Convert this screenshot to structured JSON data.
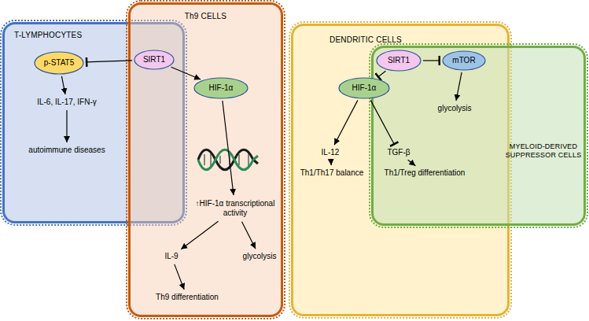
{
  "diagram": {
    "nodes": [
      {
        "text": [
          "T-LYMPHOCYTES"
        ]
      },
      {
        "text": [
          "p-STAT5"
        ],
        "in": 0
      },
      {
        "text": [
          "IL-6, IL-17, IFN-γ"
        ],
        "in": 0
      },
      {
        "text": [
          "autoimmune diseases"
        ],
        "in": 0
      },
      {
        "text": [
          "Th9 CELLS"
        ]
      },
      {
        "text": [
          "SIRT1"
        ],
        "in": 4
      },
      {
        "text": [
          "HIF-1α"
        ],
        "in": 4
      },
      {
        "text": [
          "↑HIF-1α transcriptional activity"
        ],
        "in": 4
      },
      {
        "text": [
          "IL-9"
        ],
        "in": 4
      },
      {
        "text": [
          "glycolysis"
        ],
        "in": 4
      },
      {
        "text": [
          "Th9 differentiation"
        ],
        "in": 4
      },
      {
        "text": [
          "DENDRITIC CELLS"
        ]
      },
      {
        "text": [
          "MYELOID-DERIVED SUPPRESSOR CELLS"
        ]
      },
      {
        "text": [
          "SIRT1"
        ],
        "in": 12
      },
      {
        "text": [
          "mTOR"
        ],
        "in": 12
      },
      {
        "text": [
          "HIF-1α"
        ],
        "in": 11
      },
      {
        "text": [
          "glycolysis"
        ],
        "in": 12
      },
      {
        "text": [
          "IL-12"
        ],
        "in": 11
      },
      {
        "text": [
          "TGF-β"
        ],
        "in": 11
      },
      {
        "text": [
          "Th1/Th17 balance"
        ],
        "in": 11
      },
      {
        "text": [
          "Th1/Treg differentiation"
        ],
        "in": 11
      }
    ],
    "edges": [
      {
        "from": 5,
        "to": 1,
        "arrow": "to"
      },
      {
        "from": 1,
        "to": 2,
        "arrow": "to"
      },
      {
        "from": 2,
        "to": 3,
        "arrow": "to"
      },
      {
        "from": 5,
        "to": 6,
        "arrow": "to"
      },
      {
        "from": 6,
        "to": 7,
        "arrow": "to"
      },
      {
        "from": 7,
        "to": 8,
        "arrow": "to"
      },
      {
        "from": 7,
        "to": 9,
        "arrow": "to"
      },
      {
        "from": 8,
        "to": 10,
        "arrow": "to"
      },
      {
        "from": 13,
        "to": 15,
        "arrow": "to"
      },
      {
        "from": 13,
        "to": 14,
        "arrow": "to"
      },
      {
        "from": 14,
        "to": 16,
        "arrow": "to"
      },
      {
        "from": 15,
        "to": 17,
        "arrow": "to"
      },
      {
        "from": 15,
        "to": 18,
        "arrow": "to"
      },
      {
        "from": 17,
        "to": 19,
        "arrow": "to"
      },
      {
        "from": 18,
        "to": 20,
        "arrow": "to"
      }
    ]
  }
}
